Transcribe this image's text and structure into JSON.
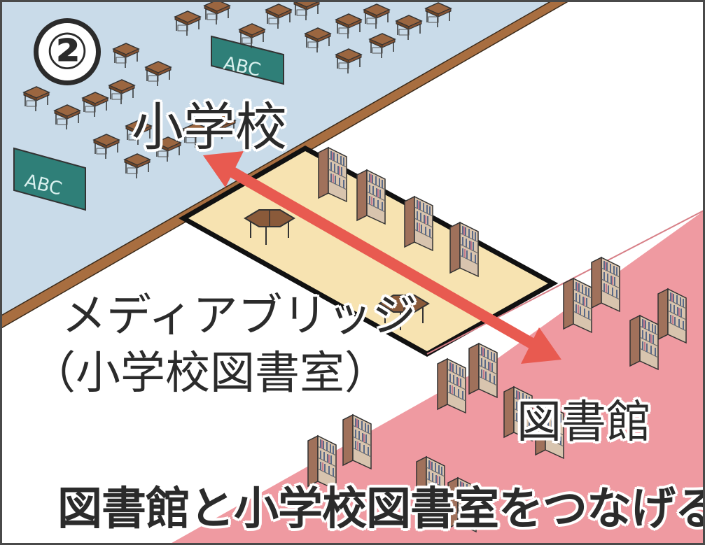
{
  "illustration": {
    "step_number": "②",
    "labels": {
      "school": "小学校",
      "media_bridge": "メディアブリッジ",
      "media_bridge_sub": "（小学校図書室）",
      "library": "図書館"
    },
    "blackboard_text": "ABC",
    "caption": "図書館と小学校図書室をつなげる"
  },
  "colors": {
    "school_floor": "#c9dbe9",
    "bridge_floor": "#f7e3b1",
    "library_floor": "#ef9aa1",
    "wall": "#a86e40",
    "arrow": "#e85a50",
    "blackboard": "#2f7f78",
    "text": "#2b2b2b"
  },
  "icons": [
    "desk-icon",
    "bookshelf-icon",
    "table-icon",
    "blackboard-icon",
    "double-arrow-icon"
  ]
}
